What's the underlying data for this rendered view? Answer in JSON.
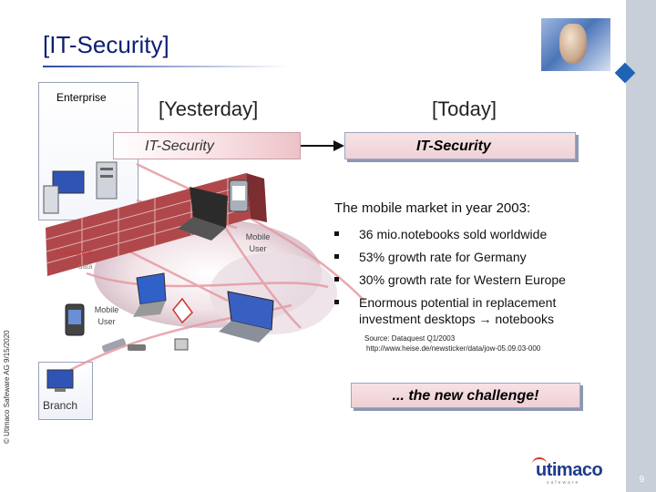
{
  "slide": {
    "title": "[IT-Security]",
    "copyright": "© Utimaco Safeware AG 9/15/2020",
    "page_number": "9"
  },
  "diagram": {
    "enterprise_label": "Enterprise",
    "branch_label": "Branch",
    "firewall_label": "confidential",
    "data_label": "data",
    "mobile_user_1": "Mobile User",
    "mobile_user_2": "Mobile User"
  },
  "comparison": {
    "yesterday_label": "[Yesterday]",
    "today_label": "[Today]",
    "yesterday_box": "IT-Security",
    "today_box": "IT-Security"
  },
  "market": {
    "heading": "The mobile market in year 2003:",
    "bullets": [
      "36 mio.notebooks sold worldwide",
      "53% growth rate for Germany",
      "30% growth rate for Western Europe",
      "Enormous potential in replacement investment desktops → notebooks"
    ],
    "source_line1": "Source: Dataquest Q1/2003",
    "source_line2": "http://www.heise.de/newsticker/data/jow-05.09.03-000"
  },
  "challenge": "... the new challenge!",
  "logo": {
    "name": "utimaco",
    "tagline": "safeware"
  },
  "colors": {
    "title": "#0c1f72",
    "accent_blue": "#1f63b4",
    "box_pink": "#efd1d6",
    "wall_red": "#b0484b",
    "side_bar": "#c9cfd8"
  }
}
